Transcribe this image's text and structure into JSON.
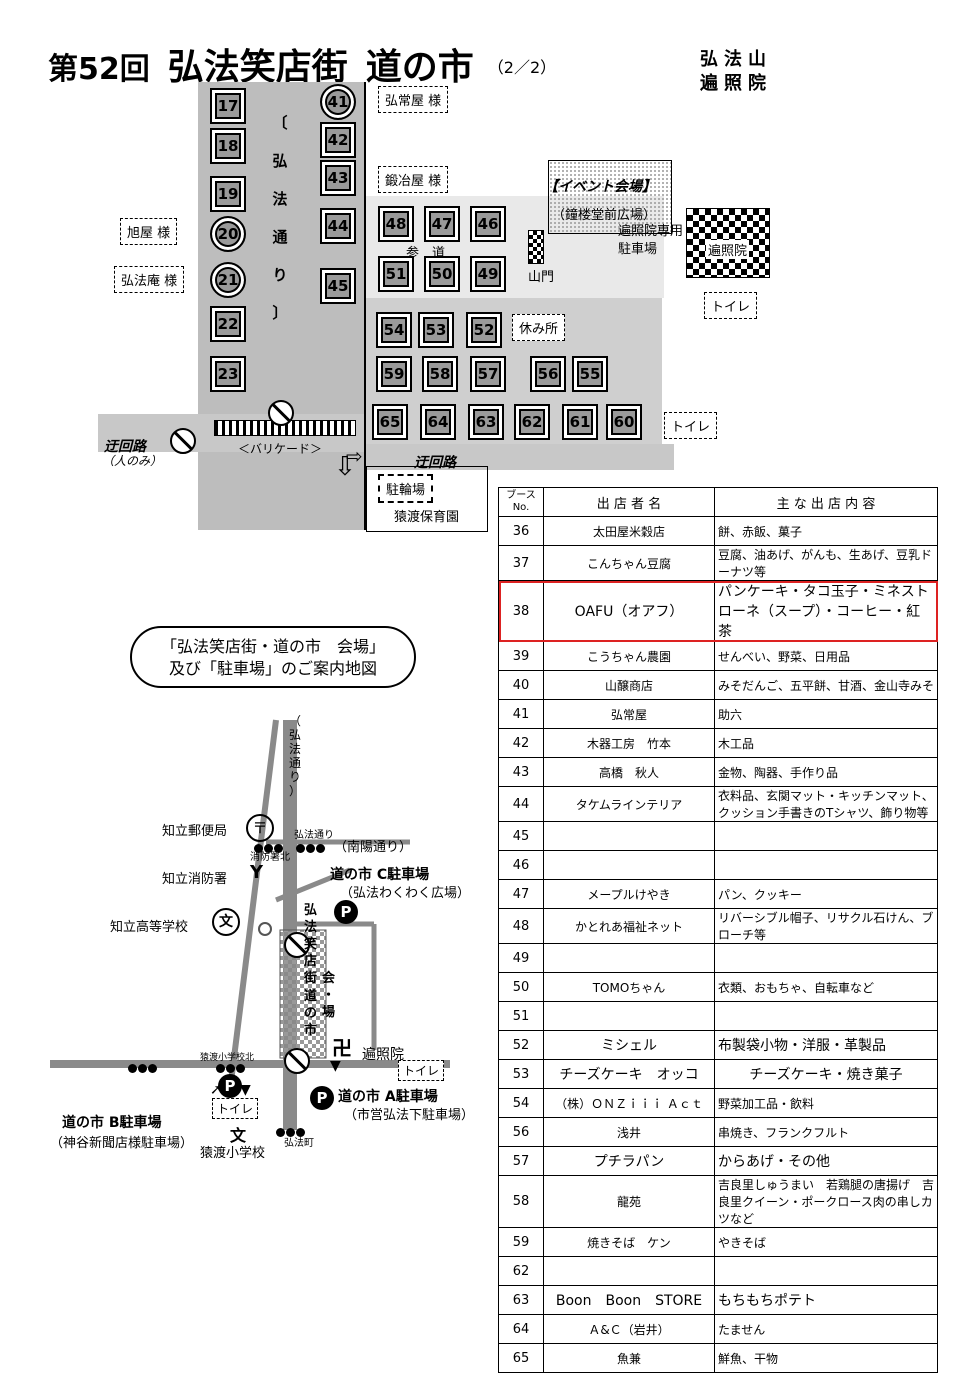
{
  "title": {
    "edition": "第52回",
    "name": "弘法笑店街",
    "sub": "道の市",
    "page": "（2／2）"
  },
  "temple": {
    "line1": "弘法山",
    "line2": "遍照院"
  },
  "map": {
    "street_label": [
      "〔",
      "弘",
      "法",
      "通",
      "り",
      "〕"
    ],
    "booths_left": [
      "17",
      "18",
      "19",
      "20",
      "21",
      "22",
      "23"
    ],
    "booths_right": [
      "41",
      "42",
      "43",
      "44",
      "45"
    ],
    "booths_row1": [
      "48",
      "47",
      "46"
    ],
    "booths_row2": [
      "51",
      "50",
      "49"
    ],
    "booths_row3": [
      "54",
      "53",
      "52"
    ],
    "booths_row4a": [
      "59",
      "58",
      "57"
    ],
    "booths_row4b": [
      "56",
      "55"
    ],
    "booths_row5": [
      "65",
      "64",
      "63",
      "62",
      "61",
      "60"
    ],
    "shops": {
      "kojoya": "弘常屋 様",
      "kajiya": "鍛冶屋 様",
      "asahiya": "旭屋 様",
      "kobo_an": "弘法庵 様"
    },
    "event_title": "【イベント会場】",
    "event_sub": "（鐘楼堂前広場）",
    "henjoin_parking1": "遍照院専用",
    "henjoin_parking2": "駐車場",
    "sando": "参　道",
    "sanmon": "山門",
    "henjoin": "遍照院",
    "toilet": "トイレ",
    "rest": "休み所",
    "barricade": "＜バリケード＞",
    "detour_left": "迂回路",
    "detour_left_sub": "（人のみ）",
    "detour_right": "迂回路",
    "bike_parking": "駐輪場",
    "nursery": "猿渡保育園"
  },
  "table": {
    "headers": {
      "no_top": "ブース",
      "no_bottom": "No.",
      "name": "出 店 者 名",
      "items": "主 な 出 店 内 容"
    },
    "rows": [
      {
        "no": "36",
        "name": "太田屋米穀店",
        "items": "餅、赤飯、菓子"
      },
      {
        "no": "37",
        "name": "こんちゃん豆腐",
        "items": "豆腐、油あげ、がんも、生あげ、豆乳ドーナツ等"
      },
      {
        "no": "38",
        "name": "OAFU（オアフ）",
        "items": "パンケーキ・タコ玉子・ミネストローネ（スープ）・コーヒー・紅茶"
      },
      {
        "no": "39",
        "name": "こうちゃん農園",
        "items": "せんべい、野菜、日用品"
      },
      {
        "no": "40",
        "name": "山醸商店",
        "items": "みそだんご、五平餅、甘酒、金山寺みそ"
      },
      {
        "no": "41",
        "name": "弘常屋",
        "items": "助六"
      },
      {
        "no": "42",
        "name": "木器工房　竹本",
        "items": "木工品"
      },
      {
        "no": "43",
        "name": "高橋　秋人",
        "items": "金物、陶器、手作り品"
      },
      {
        "no": "44",
        "name": "タケムラインテリア",
        "items": "衣料品、玄関マット・キッチンマット、クッション手書きのTシャツ、飾り物等"
      },
      {
        "no": "45",
        "name": "",
        "items": ""
      },
      {
        "no": "46",
        "name": "",
        "items": ""
      },
      {
        "no": "47",
        "name": "メープルけやき",
        "items": "パン、クッキー"
      },
      {
        "no": "48",
        "name": "かとれあ福祉ネット",
        "items": "リバーシブル帽子、リサクル石けん、ブローチ等"
      },
      {
        "no": "49",
        "name": "",
        "items": ""
      },
      {
        "no": "50",
        "name": "TOMOちゃん",
        "items": "衣類、おもちゃ、自転車など"
      },
      {
        "no": "51",
        "name": "",
        "items": ""
      },
      {
        "no": "52",
        "name": "ミシェル",
        "items": "布製袋小物・洋服・革製品"
      },
      {
        "no": "53",
        "name": "チーズケーキ　オッコ",
        "items": "チーズケーキ・焼き菓子"
      },
      {
        "no": "54",
        "name": "（株）ＯＮＺｉｉｉ Ａｃｔ",
        "items": "野菜加工品・飲料"
      },
      {
        "no": "56",
        "name": "浅井",
        "items": "串焼き、フランクフルト"
      },
      {
        "no": "57",
        "name": "プチラパン",
        "items": "からあげ・その他"
      },
      {
        "no": "58",
        "name": "龍苑",
        "items": "吉良里しゅうまい　若鶏腿の唐揚げ　吉良里クイーン・ポークロース肉の串しカツなど"
      },
      {
        "no": "59",
        "name": "焼きそば　ケン",
        "items": "やきそば"
      },
      {
        "no": "62",
        "name": "",
        "items": ""
      },
      {
        "no": "63",
        "name": "Boon　Boon　STORE",
        "items": "もちもちポテト"
      },
      {
        "no": "64",
        "name": "Ａ&Ｃ（岩井）",
        "items": "たません"
      },
      {
        "no": "65",
        "name": "魚兼",
        "items": "鮮魚、干物"
      }
    ]
  },
  "guide": {
    "line1": "「弘法笑店街・道の市　会場」",
    "line2": "及び「駐車場」のご案内地図"
  },
  "area_map": {
    "street": [
      "（",
      "弘",
      "法",
      "通",
      "り",
      "）"
    ],
    "post_office": "知立郵便局",
    "fire_station": "知立消防署",
    "high_school": "知立高等学校",
    "kobo_dori": "弘法通り",
    "nanyo": "（南陽通り）",
    "shobosho_kita": "消防署北",
    "c_parking": "道の市  C駐車場",
    "c_parking_sub": "（弘法わくわく広場）",
    "venue": [
      "弘",
      "法",
      "笑",
      "店",
      "街",
      "会",
      "・",
      "場",
      "道",
      "の",
      "市"
    ],
    "henjoin": "遍照院",
    "toilet": "トイレ",
    "a_parking": "道の市  A駐車場",
    "a_parking_sub": "（市営弘法下駐車場）",
    "b_parking": "道の市  B駐車場",
    "b_parking_sub": "（神谷新聞店様駐車場）",
    "elementary": "猿渡小学校",
    "elementary_north": "猿渡小学校北",
    "kobo_cho": "弘法町",
    "p": "P",
    "post_mark": "〒",
    "fire_mark": "Y",
    "school_mark": "文",
    "temple_mark": "卍"
  }
}
